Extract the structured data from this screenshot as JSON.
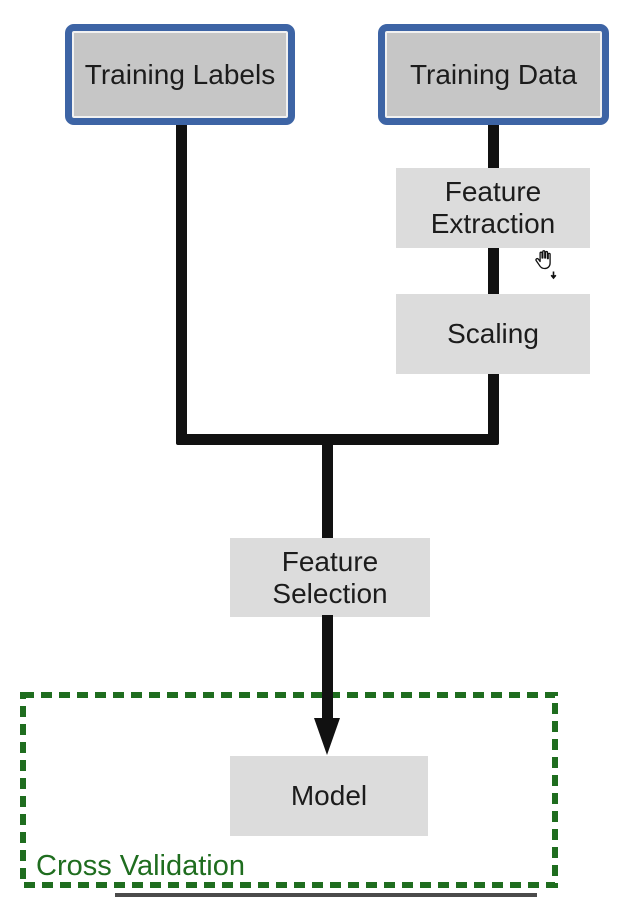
{
  "diagram": {
    "title_context": "machine-learning training pipeline flowchart",
    "nodes": {
      "training_labels": "Training Labels",
      "training_data": "Training Data",
      "feature_extraction": "Feature Extraction",
      "scaling": "Scaling",
      "feature_selection": "Feature Selection",
      "model": "Model"
    },
    "group": {
      "label": "Cross Validation"
    },
    "icons": {
      "hand_drag_cursor": "hand-drag-cursor-with-down-arrow"
    },
    "colors": {
      "input_box_border": "#3d64a5",
      "input_box_fill": "#c6c6c6",
      "process_box_fill": "#dcdcdc",
      "connector": "#111111",
      "cross_validation_green": "#1f6d1f",
      "text": "#1c1c1c",
      "bottom_edge_line": "#4b4b4b",
      "background": "#ffffff"
    }
  }
}
